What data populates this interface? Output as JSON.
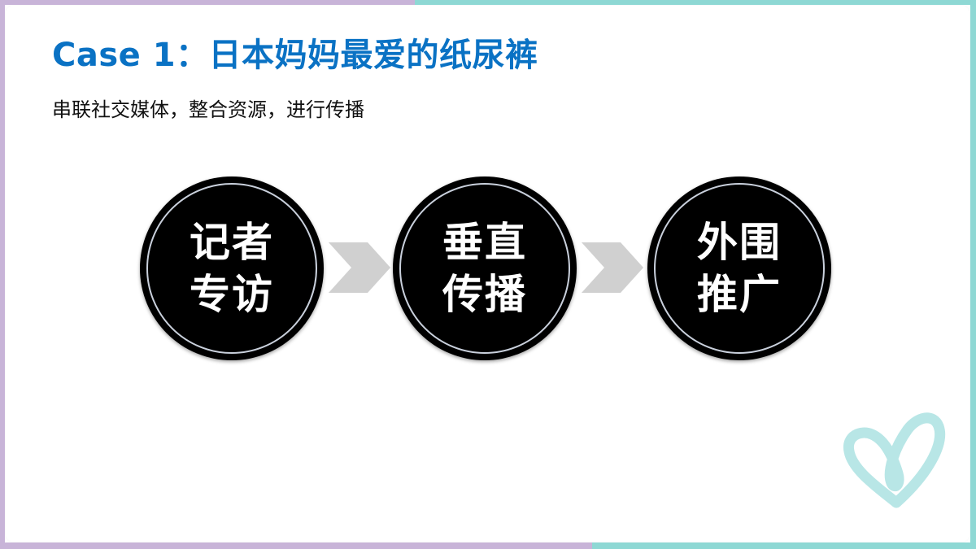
{
  "colors": {
    "title": "#0A72C4",
    "frame_purple": "#C8B4D8",
    "frame_teal": "#8ED8D4",
    "circle_fill": "#000000",
    "circle_ring": "#C9D0DC",
    "chevron": "#D0D0D0",
    "heart": "#B8E6E6"
  },
  "slide": {
    "title": "Case 1：日本妈妈最爱的纸尿裤",
    "subtitle": "串联社交媒体，整合资源，进行传播"
  },
  "steps": [
    {
      "line1": "记者",
      "line2": "专访"
    },
    {
      "line1": "垂直",
      "line2": "传播"
    },
    {
      "line1": "外围",
      "line2": "推广"
    }
  ],
  "icons": {
    "arrow": "chevron-right-icon",
    "logo": "heart-loop-icon"
  }
}
